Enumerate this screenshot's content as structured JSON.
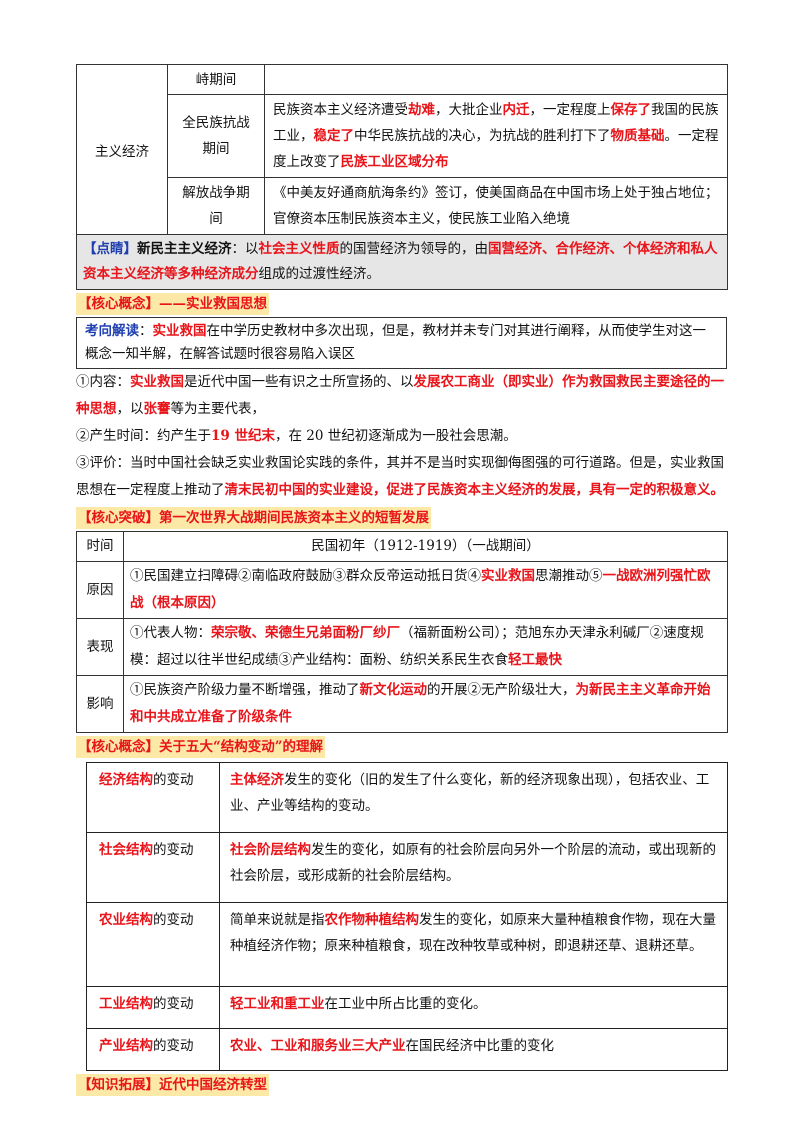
{
  "table1": {
    "row_header": "主义经济",
    "period1": "峙期间",
    "period2_line1": "全民族抗战",
    "period2_line2": "期间",
    "period2_text": [
      "民族资本主义经济遭受",
      "劫难",
      "，大批企业",
      "内迁",
      "，一定程度上",
      "保存了",
      "我国的民族工业，",
      "稳定了",
      "中华民族抗战的决心，为抗战的胜利打下了",
      "物质基础",
      "。一定程度上改变了",
      "民族工业区域分布"
    ],
    "period3_line1": "解放战争期",
    "period3_line2": "间",
    "period3_text": "《中美友好通商航海条约》签订，使美国商品在中国市场上处于独占地位；官僚资本压制民族资本主义，使民族工业陷入绝境"
  },
  "dianjing": {
    "tag": "【点睛】",
    "parts": [
      "新民主主义经济",
      "：以",
      "社会主义性质",
      "的国营经济为领导的，由",
      "国营经济、合作经济、个体经济和私人资本主义经济等多种经济成分",
      "组成的过渡性经济。"
    ]
  },
  "section1": {
    "heading": "【核心概念】——实业救国思想",
    "kaoxiang_tag": "考向解读",
    "kaoxiang_parts": [
      "：",
      "实业救国",
      "在中学历史教材中多次出现，但是，教材并未专门对其进行阐释，从而使学生对这一概念一知半解，在解答试题时很容易陷入误区"
    ],
    "p1": [
      "①内容：",
      "实业救国",
      "是近代中国一些有识之士所宣扬的、以",
      "发展农工商业（即实业）作为救国救民主要途径的一种思想",
      "，以",
      "张謇",
      "等为主要代表，"
    ],
    "p2": [
      "②产生时间：约产生于",
      "19 世纪末",
      "，在 20 世纪初逐渐成为一股社会思潮。"
    ],
    "p3": [
      "③评价：当时中国社会缺乏实业救国论实践的条件，其并不是当时实现御侮图强的可行道路。但是，实业救国思想在一定程度上推动了",
      "清末民初中国的实业建设，促进了民族资本主义经济的发展，具有一定的积极意义。"
    ]
  },
  "section2": {
    "heading": "【核心突破】第一次世界大战期间民族资本主义的短暂发展",
    "rows": [
      {
        "h": "时间",
        "content": "民国初年（1912-1919）（一战期间）"
      },
      {
        "h": "原因",
        "parts": [
          "①民国建立扫障碍②南临政府鼓励③群众反帝运动抵日货④",
          "实业救国",
          "思潮推动⑤",
          "一战欧洲列强忙欧战（根本原因）"
        ]
      },
      {
        "h": "表现",
        "parts": [
          "①代表人物：",
          "荣宗敬、荣德生兄弟面粉厂纱厂",
          "（福新面粉公司）；范旭东办天津永利碱厂②速度规模：超过以往半世纪成绩③产业结构：面粉、纺织关系民生衣食",
          "轻工最快"
        ]
      },
      {
        "h": "影响",
        "parts": [
          "①民族资产阶级力量不断增强，推动了",
          "新文化运动",
          "的开展②无产阶级壮大，",
          "为新民主主义革命开始和中共成立准备了阶级条件"
        ]
      }
    ]
  },
  "section3": {
    "heading": "【核心概念】关于五大“结构变动”的理解",
    "rows": [
      {
        "key": "经济结构",
        "suffix": "的变动",
        "parts": [
          "主体经济",
          "发生的变化（旧的发生了什么变化，新的经济现象出现），包括农业、工业、产业等结构的变动。"
        ]
      },
      {
        "key": "社会结构",
        "suffix": "的变动",
        "parts": [
          "社会阶层结构",
          "发生的变化，如原有的社会阶层向另外一个阶层的流动，或出现新的社会阶层，或形成新的社会阶层结构。"
        ]
      },
      {
        "key": "农业结构",
        "suffix": "的变动",
        "parts": [
          "简单来说就是指",
          "农作物种植结构",
          "发生的变化，如原来大量种植粮食作物，现在大量种植经济作物；原来种植粮食，现在改种牧草或种树，即退耕还草、退耕还草。"
        ]
      },
      {
        "key": "工业结构",
        "suffix": "的变动",
        "parts": [
          "轻工业和重工业",
          "在工业中所占比重的变化。"
        ]
      },
      {
        "key": "产业结构",
        "suffix": "的变动",
        "parts": [
          "农业、工业和服务业三大产业",
          "在国民经济中比重的变化"
        ]
      }
    ]
  },
  "section4": {
    "heading": "【知识拓展】近代中国经济转型"
  }
}
